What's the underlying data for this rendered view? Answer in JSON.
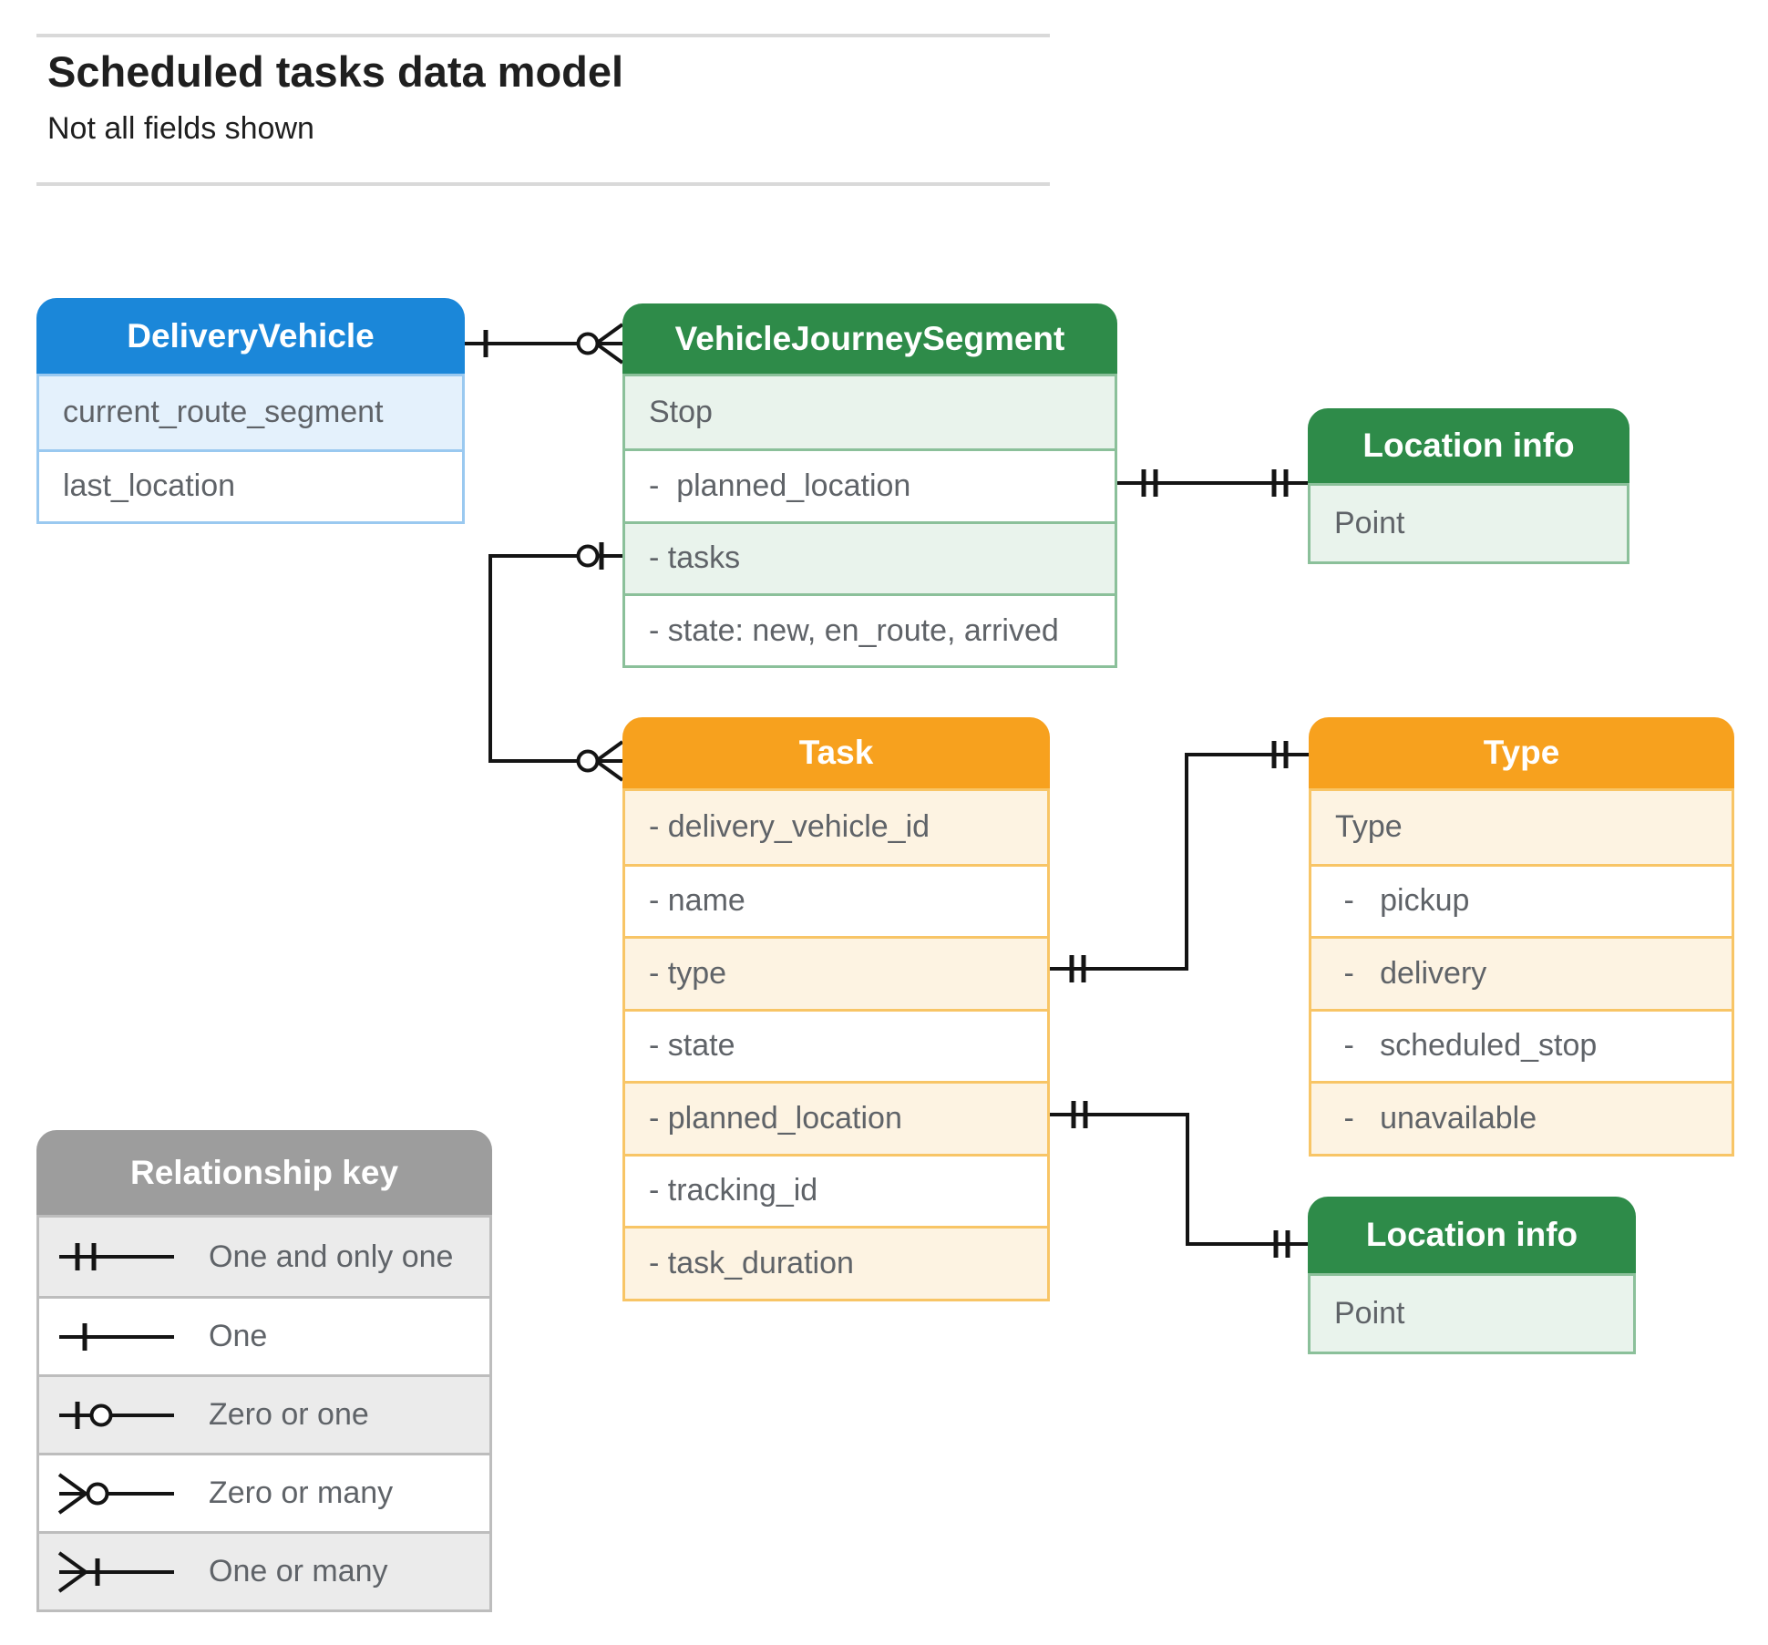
{
  "page": {
    "title": "Scheduled tasks data model",
    "subtitle": "Not all fields shown"
  },
  "colors": {
    "blue": "#1B87D9",
    "blue_light": "#E4F1FC",
    "blue_border": "#9AC9F0",
    "green": "#2E8B49",
    "green_light": "#E9F3EC",
    "green_border": "#8BC09A",
    "orange": "#F7A11E",
    "orange_light": "#FDF3E2",
    "orange_border": "#F8C566",
    "gray": "#9D9D9D",
    "gray_light": "#EBEBEB",
    "gray_border": "#BDBDBD",
    "field_text": "#5F6368",
    "connector": "#141414"
  },
  "entities": [
    {
      "id": "delivery_vehicle",
      "name": "DeliveryVehicle",
      "theme": "blue",
      "fields": [
        "current_route_segment",
        "last_location"
      ]
    },
    {
      "id": "vehicle_journey_segment",
      "name": "VehicleJourneySegment",
      "theme": "green",
      "fields": [
        "Stop",
        "-  planned_location",
        "- tasks",
        "- state: new, en_route, arrived"
      ]
    },
    {
      "id": "location_info_top",
      "name": "Location info",
      "theme": "green",
      "fields": [
        "Point"
      ]
    },
    {
      "id": "task",
      "name": "Task",
      "theme": "orange",
      "fields": [
        "- delivery_vehicle_id",
        "- name",
        "- type",
        "- state",
        "- planned_location",
        "- tracking_id",
        "- task_duration"
      ]
    },
    {
      "id": "type",
      "name": "Type",
      "theme": "orange",
      "fields": [
        "Type",
        " -   pickup",
        " -   delivery",
        " -   scheduled_stop",
        " -   unavailable"
      ]
    },
    {
      "id": "location_info_bottom",
      "name": "Location info",
      "theme": "green",
      "fields": [
        "Point"
      ]
    }
  ],
  "relationships": [
    {
      "from": "DeliveryVehicle",
      "to": "VehicleJourneySegment",
      "from_cardinality": "one",
      "to_cardinality": "zero or many"
    },
    {
      "from": "VehicleJourneySegment.tasks",
      "to": "Task",
      "from_cardinality": "zero or one",
      "to_cardinality": "zero or many"
    },
    {
      "from": "VehicleJourneySegment.planned_location",
      "to": "Location info",
      "from_cardinality": "one and only one",
      "to_cardinality": "one and only one"
    },
    {
      "from": "Task.type",
      "to": "Type",
      "from_cardinality": "one and only one",
      "to_cardinality": "one and only one"
    },
    {
      "from": "Task.planned_location",
      "to": "Location info",
      "from_cardinality": "one and only one",
      "to_cardinality": "one and only one"
    }
  ],
  "legend": {
    "title": "Relationship key",
    "items": [
      {
        "symbol": "one-and-only-one",
        "label": "One and only one"
      },
      {
        "symbol": "one",
        "label": "One"
      },
      {
        "symbol": "zero-or-one",
        "label": "Zero or one"
      },
      {
        "symbol": "zero-or-many",
        "label": "Zero or many"
      },
      {
        "symbol": "one-or-many",
        "label": "One or many"
      }
    ]
  }
}
